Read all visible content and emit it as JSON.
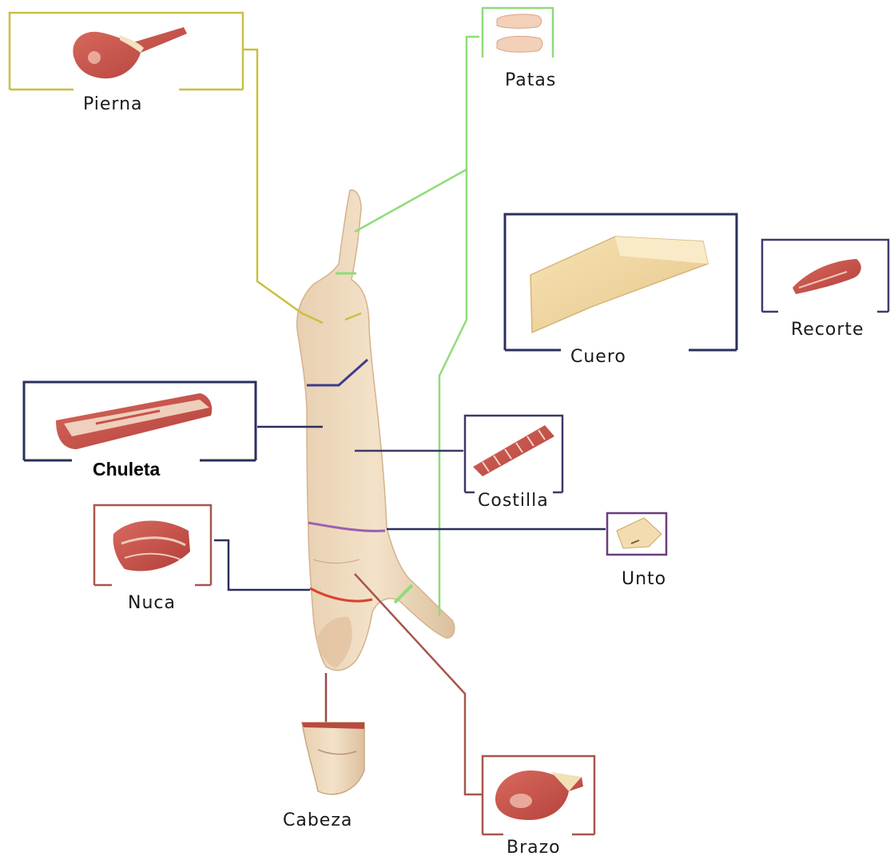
{
  "labels": {
    "pierna": "Pierna",
    "patas": "Patas",
    "cuero": "Cuero",
    "recorte": "Recorte",
    "chuleta": "Chuleta",
    "costilla": "Costilla",
    "nuca": "Nuca",
    "unto": "Unto",
    "cabeza": "Cabeza",
    "brazo": "Brazo"
  },
  "colors": {
    "pierna": "#c9c040",
    "patas": "#8fdc7a",
    "cuero": "#2b2f5e",
    "recorte": "#3c3c6e",
    "chuleta": "#2b2f5e",
    "costilla": "#3a3a66",
    "nuca": "#a6564c",
    "unto": "#6a3d7a",
    "cabeza": "#9a4a44",
    "brazo": "#a6564c",
    "carcass": "#f0dcc0",
    "meat": "#c9524a",
    "fat": "#f3e0c8"
  },
  "icons": {
    "carcass": "pig-carcass-icon",
    "pierna": "ham-leg-icon",
    "patas": "pig-feet-icon",
    "cuero": "pork-skin-icon",
    "recorte": "meat-trim-icon",
    "chuleta": "pork-loin-icon",
    "costilla": "pork-ribs-icon",
    "nuca": "pork-neck-icon",
    "unto": "lard-icon",
    "cabeza": "pig-head-icon",
    "brazo": "pork-shoulder-icon"
  }
}
